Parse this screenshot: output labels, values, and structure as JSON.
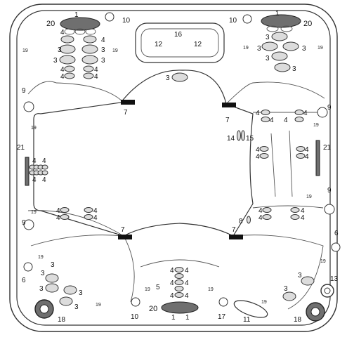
{
  "labels": {
    "l1a": "1",
    "l1b": "1",
    "l1c": "1",
    "l1d": "1",
    "l3": "3",
    "l4": "4",
    "l5": "5",
    "l6": "6",
    "l7": "7",
    "l8": "8",
    "l9": "9",
    "l10": "10",
    "l11": "11",
    "l12": "12",
    "l13": "13",
    "l14": "14",
    "l15": "15",
    "l16": "16",
    "l17": "17",
    "l18": "18",
    "l19": "19",
    "l20": "20",
    "l21": "21"
  },
  "colors": {
    "outline": "#333333",
    "pump_fill": "#6f6f6f",
    "jet_fill": "#dcdcdc",
    "black_bar": "#111111"
  }
}
